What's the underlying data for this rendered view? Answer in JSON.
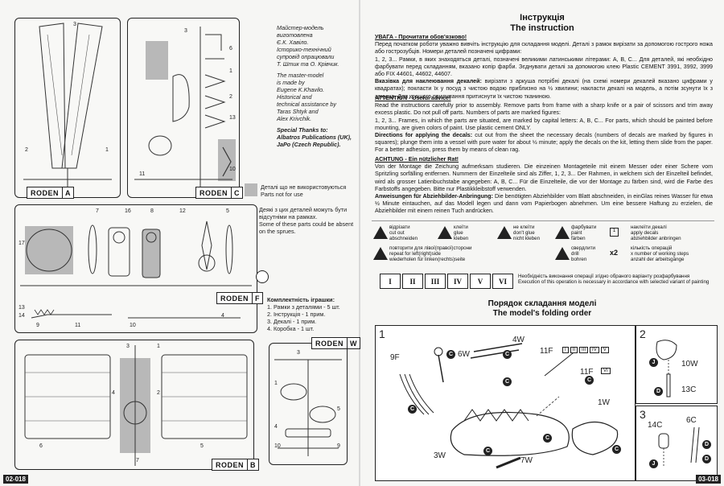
{
  "left_page": {
    "page_number": "02-018",
    "sprues": {
      "A": {
        "brand": "RODEN",
        "letter": "A"
      },
      "C": {
        "brand": "RODEN",
        "letter": "C"
      },
      "F": {
        "brand": "RODEN",
        "letter": "F"
      },
      "B": {
        "brand": "RODEN",
        "letter": "B"
      },
      "W": {
        "brand": "RODEN",
        "letter": "W"
      }
    },
    "credits": {
      "ua_line1": "Майстер-модель",
      "ua_line2": "виготовлена",
      "ua_line3": "Є.К. Хавіло.",
      "ua_line4": "Історико-технічний",
      "ua_line5": "супровід опрацювали",
      "ua_line6": "Т. Штик та О. Крівчик.",
      "en_line1": "The master-model",
      "en_line2": "is made by",
      "en_line3": "Eugene K.Khavilo.",
      "en_line4": "Historical and",
      "en_line5": "technical assistance by",
      "en_line6": "Taras Shtyk and",
      "en_line7": "Alex Krivchik.",
      "thanks_title": "Special Thanks to:",
      "thanks_line1": "Albatros Publications (UK),",
      "thanks_line2": "JaPo (Czech Republic)."
    },
    "unused_note": {
      "ua": "Деталі що не використовуються",
      "en": "Parts not for use"
    },
    "absent_note": {
      "ua1": "Деякі з цих деталей можуть бути",
      "ua2": "відсутніми на рамках.",
      "en1": "Some of these parts could be absent",
      "en2": "on the sprues."
    },
    "completeness": {
      "title": "Комплектність іграшки:",
      "item1": "1. Рамки з деталями - 5  шт.",
      "item2": "2. Інструкція - 1 прим.",
      "item3": "3. Декалі - 1 прим.",
      "item4": "4. Коробка - 1 шт."
    }
  },
  "right_page": {
    "page_number": "03-018",
    "title_ua": "Інструкція",
    "title_en": "The instruction",
    "ua_heading": "УВАГА - Прочитати обов'язково!",
    "ua_p1": "Перед початком роботи уважно вивчіть інструкцію для складання моделі. Деталі з рамок вирізати за допомогою гострого ножа або гострозубців. Номери деталей позначені цифрами:",
    "ua_p2": "1, 2, 3... Рамки, в яких знаходяться деталі, позначені великими латинськими літерами: A, B, C... Для деталей, які необхідно фарбувати перед складанням, вказано копір фарби. Зєднувати деталі за допомогою клею Plastic CEMENT 3991, 3992, 3999 або FIX 44601, 44602, 44607.",
    "ua_decal_heading": "Вказівка для наклеювання декалей:",
    "ua_decal_text": "вирізати з аркуша потрібні декалі (на схемі номери декалей вказано цифрами у квадратах); покласти їх у посуд з чистою водою приблизно на ½ хвилини; накласти декалі на модель, а потім зсунути їх з аркуша. Для кращого прилипання притиснути їх чистою тканиною.",
    "en_heading": "ATTENTION - Useful advice!",
    "en_p1": "Read the instructions carefully prior to assembly. Remove parts from frame with a sharp knife or a pair of scissors and trim away excess plastic. Do not pull off parts. Numbers of parts are marked figures:",
    "en_p2": "1, 2, 3... Frames, in which the parts are situated, are marked by capital letters: A, B, C... For parts, which should be painted before mounting, are given colors of paint. Use plastic cement ONLY.",
    "en_decal_heading": "Directions for applying the decals:",
    "en_decal_text": "cut out from the sheet the necessary decals (numbers of decals are marked by figures in squares); plunge them into a vessel with pure water for about ½ minute; apply the decals on the kit, letting them slide from the paper. For a better adhesion, press them by means of clean rag.",
    "de_heading": "ACHTUNG - Ein nützlicher Rat!",
    "de_p1": "Von der Montage die Zeichung aufmerksam studieren. Die einzeinen Montageteile mit einem Messer oder einer Schere vom Spritzling sorfälling entfernen. Nummern der Einzelteile sind als Ziffer, 1, 2, 3... Der Rahmen, in welchem sich der Einzelteil befindet, wird als grosser Latienbuchstabe angegeben: A, B, C... Für die Einzelteile, die vor der Montage zu färben sind, wird die Farbe des Farbstoffs angegeben. Bitte nur Plastikkleibstoff verwenden.",
    "de_decal_heading": "Anweisungen für Abziehbilder-Anbringung:",
    "de_decal_text": "Die benötigten Abziehbilder vom Blatt abschneiden, in einGlas reines Wasser für etwa ½ Minute eintauchen, auf das Modell legen und dann vom Papierbogen abnehmen. Um eine bessere Haftung zu erzielen, die Abziehbilder mit einem reinen Tuch andrücken.",
    "symbols": {
      "cut": "відрізати\ncut out\nabschneiden",
      "glue": "клеїти\nglue\nkleben",
      "noglue": "не клеїти\ndon't glue\nnicht kleben",
      "paint": "фарбувати\npaint\nfärben",
      "decal": "наклеїти декалі\napply decals\nabziehbilder anbringen",
      "repeat": "повторити для лівої(правої)сторони\nrepeat for left(right)side\nwiederholen für linken(rechts)seite",
      "drill": "свердлити\ndrill\nbohren",
      "times": "кількість операцій\nx number of working steps\nanzahl der arbeitsgänge"
    },
    "romans": [
      "I",
      "II",
      "III",
      "IV",
      "V",
      "VI"
    ],
    "variant_note_ua": "Необхідність виконання операції згідно обраного варіанту розфарбування",
    "variant_note_en": "Execution of this operation is necessary in accordance with selected variant of painting",
    "assembly_title_ua": "Порядок складання моделі",
    "assembly_title_en": "The  model's folding order",
    "step1_labels": {
      "s": "1",
      "p1": "9F",
      "p2": "6W",
      "p3": "4W",
      "p4": "11F",
      "p5": "11F",
      "p6": "1W",
      "p7": "3W",
      "p8": "7W"
    },
    "step2_labels": {
      "s": "2",
      "p1": "10W",
      "p2": "13C"
    },
    "step3_labels": {
      "s": "3",
      "p1": "14C",
      "p2": "6C"
    },
    "circle_c": "C",
    "circle_d": "D",
    "circle_j": "J"
  }
}
